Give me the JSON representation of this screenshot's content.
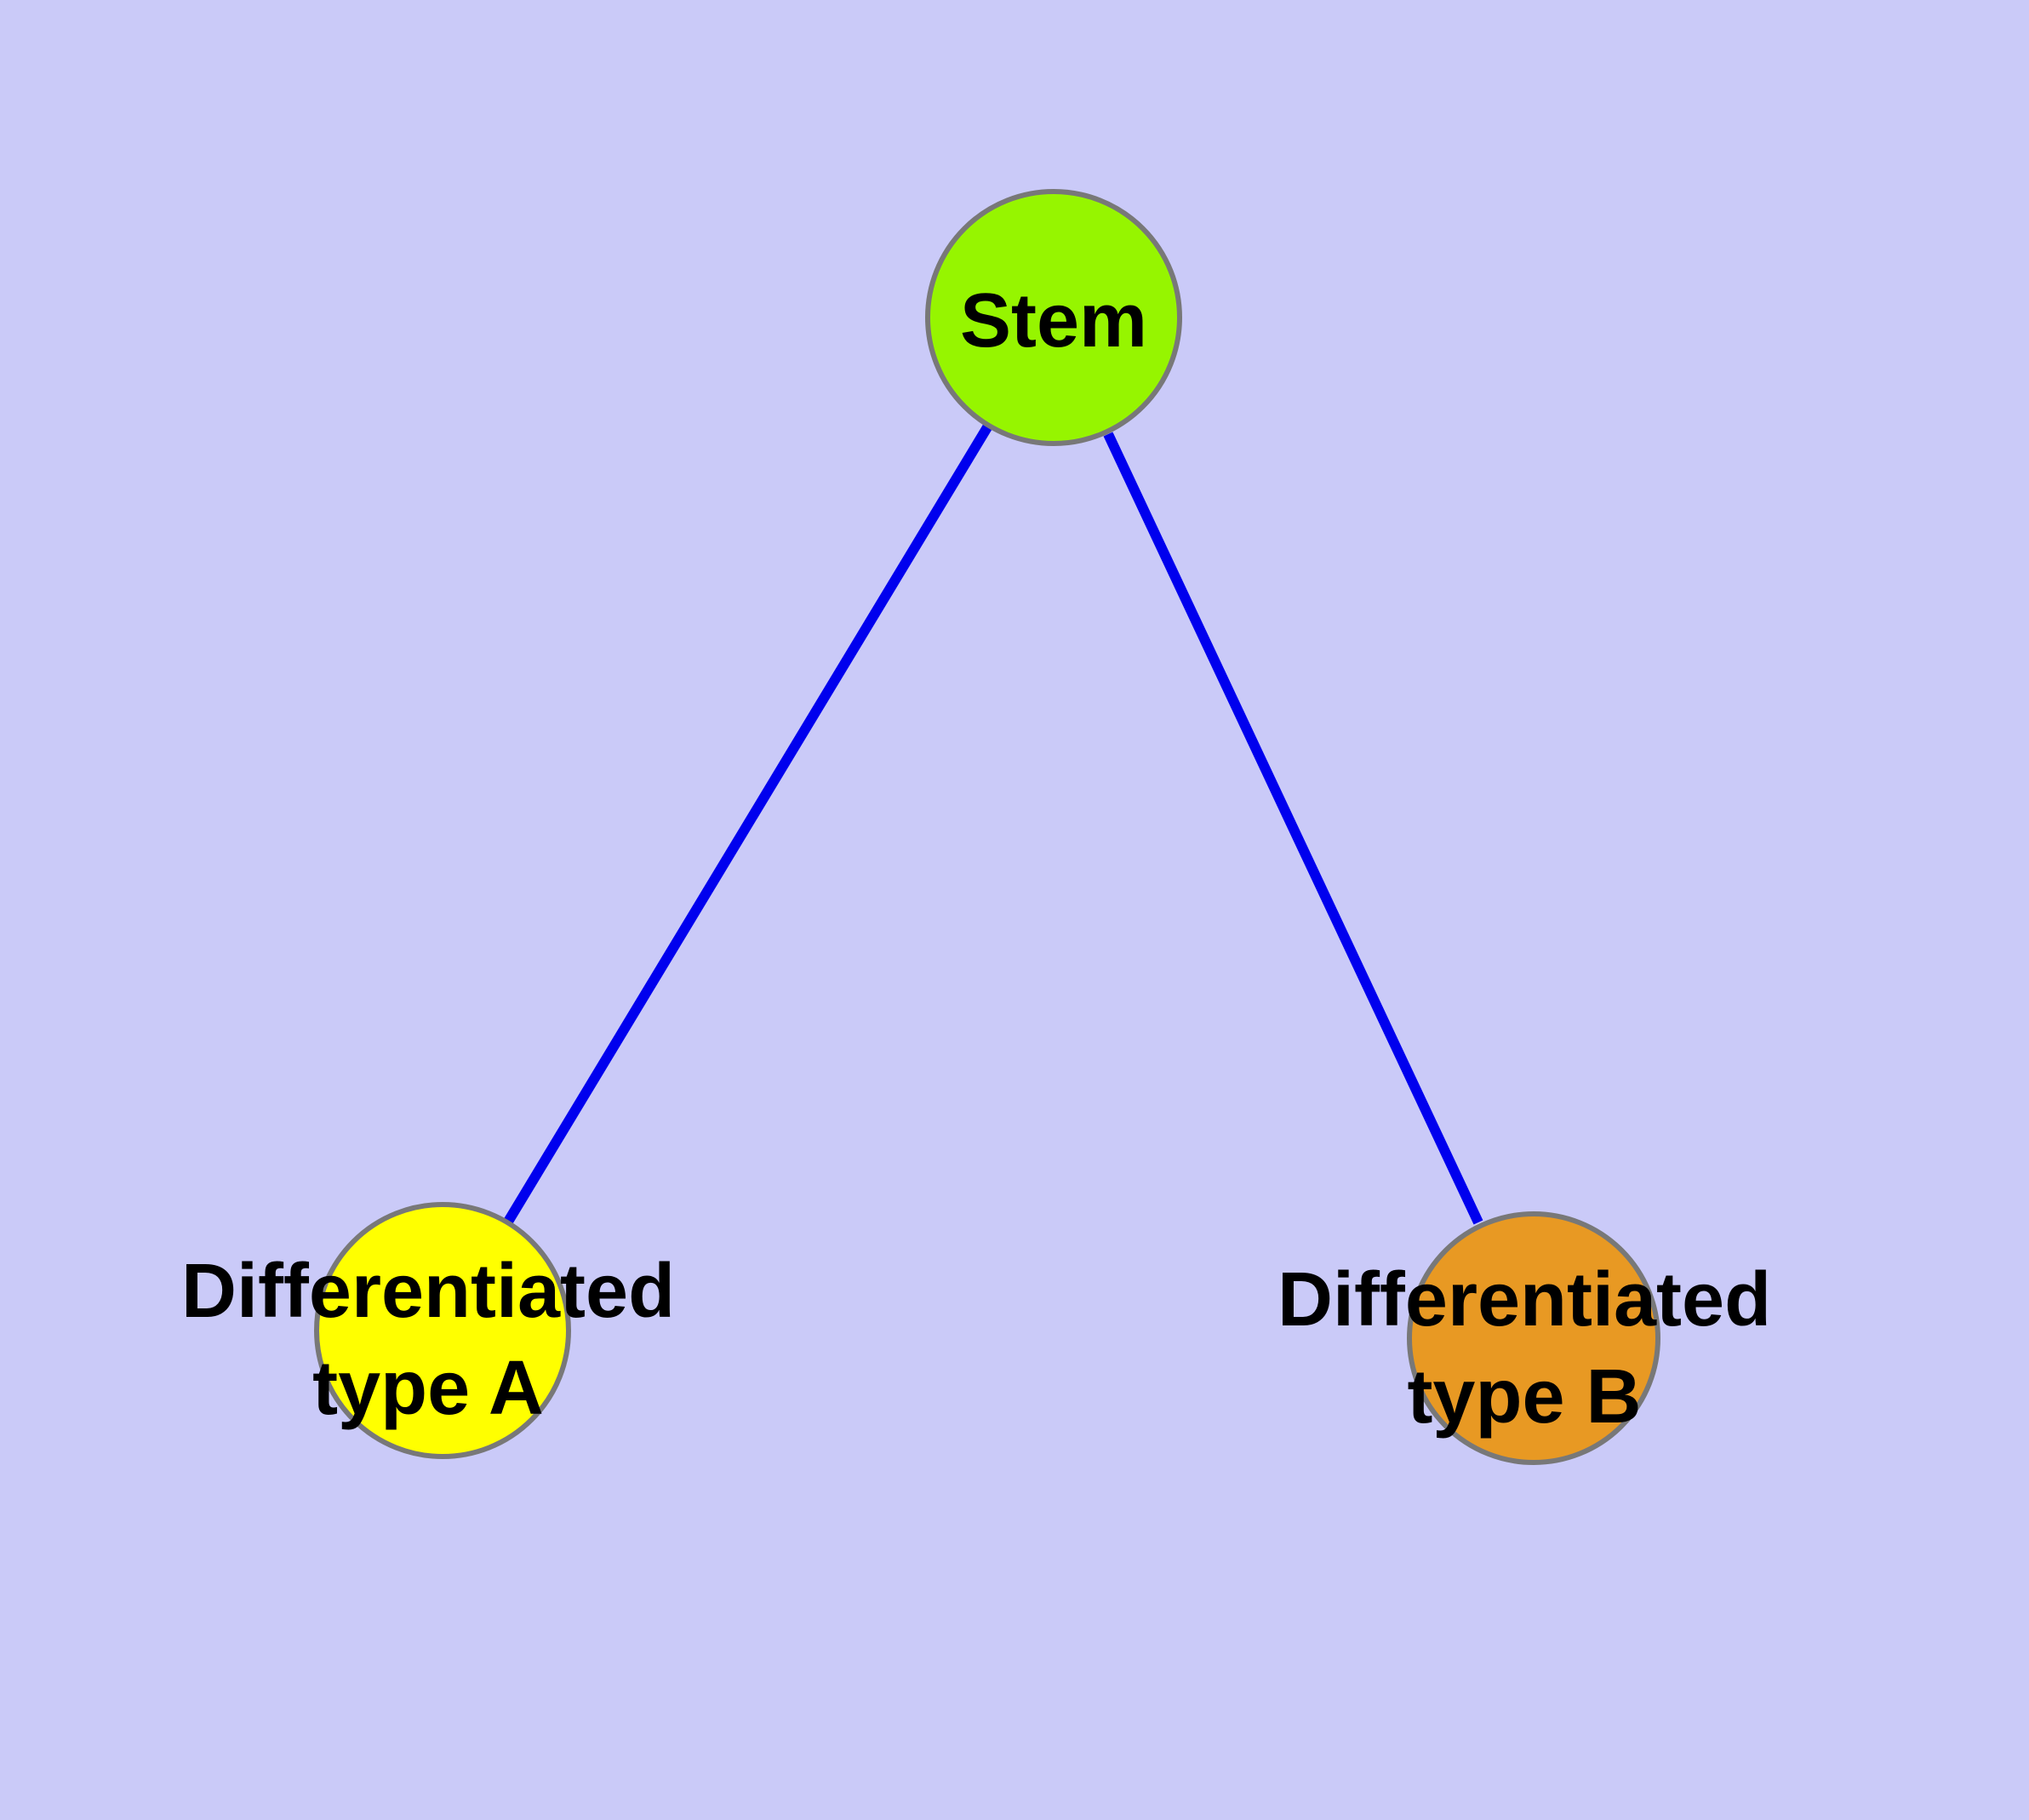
{
  "diagram": {
    "background_color": "#CACAF8",
    "edge_color": "#0000EE",
    "node_border_color": "#787878",
    "text_color": "#000000",
    "nodes": {
      "stem": {
        "label": "Stem",
        "fill": "#96F500"
      },
      "type_a": {
        "label_line1": "Differentiated",
        "label_line2": "type A",
        "fill": "#FFFF00"
      },
      "type_b": {
        "label_line1": "Differentiated",
        "label_line2": "type B",
        "fill": "#E89923"
      }
    },
    "edges": {
      "stem_to_type_a": {
        "from": "Stem",
        "to": "Differentiated type A"
      },
      "stem_to_type_b": {
        "from": "Stem",
        "to": "Differentiated type B"
      }
    }
  }
}
